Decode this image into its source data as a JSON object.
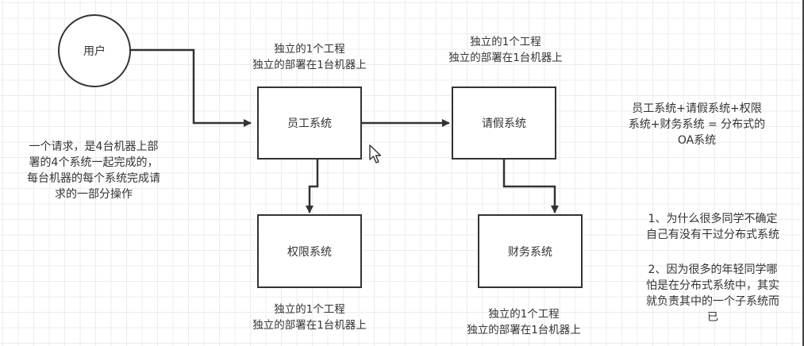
{
  "diagram": {
    "nodes": [
      {
        "id": "user",
        "label": "用户",
        "shape": "circle"
      },
      {
        "id": "employee",
        "label": "员工系统",
        "shape": "rect"
      },
      {
        "id": "leave",
        "label": "请假系统",
        "shape": "rect"
      },
      {
        "id": "permission",
        "label": "权限系统",
        "shape": "rect"
      },
      {
        "id": "finance",
        "label": "财务系统",
        "shape": "rect"
      }
    ],
    "edges": [
      {
        "from": "user",
        "to": "employee"
      },
      {
        "from": "employee",
        "to": "leave"
      },
      {
        "from": "employee",
        "to": "permission"
      },
      {
        "from": "leave",
        "to": "finance"
      }
    ],
    "node_annotations": {
      "line1": "独立的1个工程",
      "line2": "独立的部署在1台机器上"
    },
    "notes": {
      "left": [
        "一个请求，是4台机器上部",
        "署的4个系统一起完成的，",
        "每台机器的每个系统完成请",
        "求的一部分操作"
      ],
      "right_top": [
        "员工系统+请假系统+权限",
        "系统+财务系统 = 分布式的",
        "OA系统"
      ],
      "right_bottom_1": [
        "1、为什么很多同学不确定",
        "自己有没有干过分布式系统"
      ],
      "right_bottom_2": [
        "2、因为很多的年轻同学哪",
        "怕是在分布式系统中，其实",
        "就负责其中的一个子系统而",
        "已"
      ]
    },
    "colors": {
      "stroke": "#333333",
      "grid": "#ececec",
      "background": "#ffffff"
    }
  }
}
